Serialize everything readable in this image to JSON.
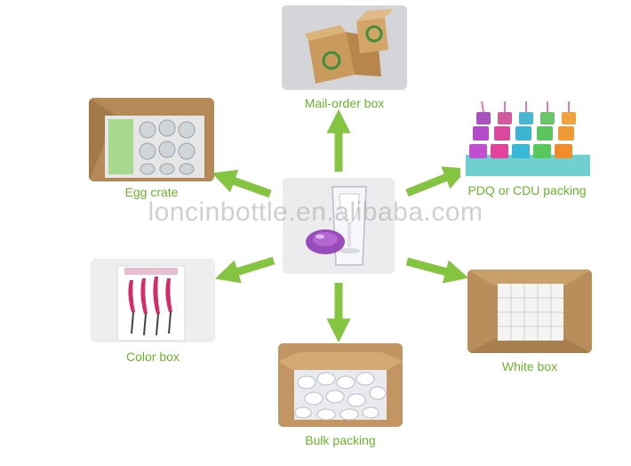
{
  "colors": {
    "label": "#6bb42a",
    "arrow": "#84c441"
  },
  "nodes": {
    "center": {
      "icon": "wine-tumbler-icon"
    },
    "mail_order": {
      "label": "Mail-order box",
      "icon": "cardboard-box-recycle-icon"
    },
    "pdq": {
      "label": "PDQ or CDU packing",
      "icon": "display-tray-cups-icon"
    },
    "white_box": {
      "label": "White box",
      "icon": "white-boxes-in-carton-icon"
    },
    "bulk": {
      "label": "Bulk packing",
      "icon": "bulk-lids-carton-icon"
    },
    "color_box": {
      "label": "Color box",
      "icon": "printed-color-boxes-icon"
    },
    "egg_crate": {
      "label": "Egg crate",
      "icon": "egg-crate-carton-icon"
    }
  },
  "watermark": "loncinbottle.en.alibaba.com"
}
